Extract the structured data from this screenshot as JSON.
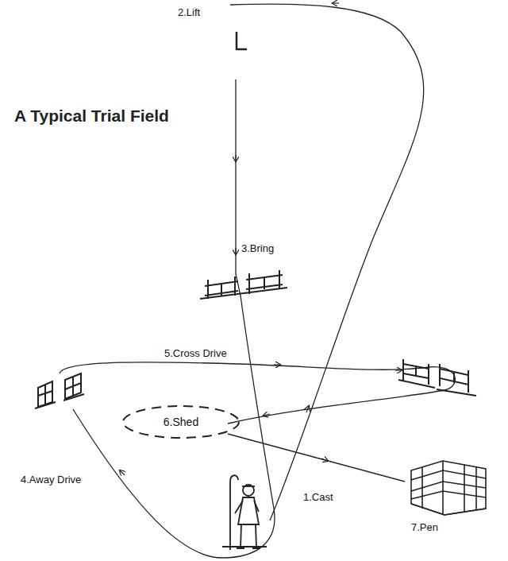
{
  "diagram": {
    "title": "A Typical Trial Field",
    "nodes": [
      {
        "text": [
          "6.Shed"
        ]
      }
    ],
    "labels": [
      "2.Lift",
      "3.Bring",
      "5.Cross Drive",
      "4.Away Drive",
      "1.Cast",
      "7.Pen"
    ]
  }
}
